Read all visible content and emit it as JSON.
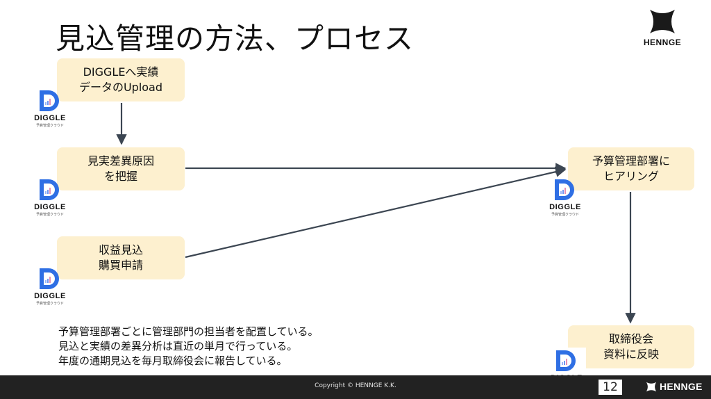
{
  "slide": {
    "title": "見込管理の方法、プロセス",
    "brand": "HENNGE"
  },
  "logo": {
    "name": "DIGGLE",
    "tagline": "予算管理クラウド",
    "colors": {
      "blue": "#2f6fe4",
      "bars": [
        "#9bb6f7",
        "#6f96f2",
        "#e58fb6"
      ]
    }
  },
  "boxes": {
    "upload": {
      "lines": [
        "DIGGLEへ実績",
        "データのUpload"
      ]
    },
    "variance": {
      "lines": [
        "見実差異原因",
        "を把握"
      ]
    },
    "forecast": {
      "lines": [
        "収益見込",
        "購買申請"
      ]
    },
    "hearing": {
      "lines": [
        "予算管理部署に",
        "ヒアリング"
      ]
    },
    "board": {
      "lines": [
        "取締役会",
        "資料に反映"
      ]
    }
  },
  "notes": [
    "予算管理部署ごとに管理部門の担当者を配置している。",
    "見込と実績の差異分析は直近の単月で行っている。",
    "年度の通期見込を毎月取締役会に報告している。"
  ],
  "footer": {
    "copyright": "Copyright © HENNGE K.K.",
    "page_number": "12",
    "brand": "HENNGE"
  },
  "colors": {
    "box_fill": "#fdf0cf",
    "arrow": "#3c4652",
    "footer_bg": "#222222"
  }
}
